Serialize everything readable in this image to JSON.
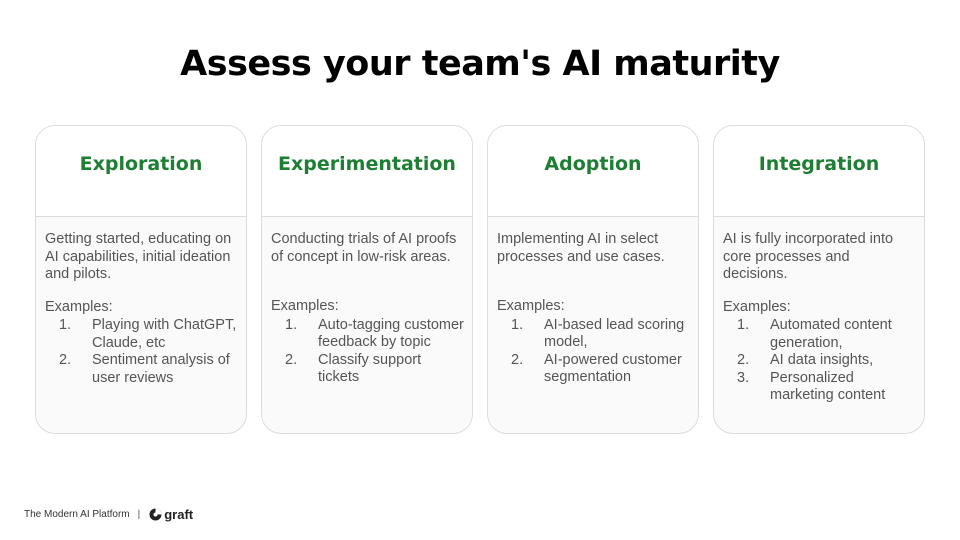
{
  "title": "Assess your team's AI maturity",
  "cards": [
    {
      "name": "Exploration",
      "description": "Getting started, educating on AI capabilities, initial ideation and pilots.",
      "examples_label": "Examples:",
      "examples": [
        {
          "num": "1.",
          "text": "Playing with ChatGPT, Claude, etc"
        },
        {
          "num": "2.",
          "text": "Sentiment analysis of user reviews"
        }
      ]
    },
    {
      "name": "Experimentation",
      "description": "Conducting trials of AI proofs of concept in low-risk areas.",
      "examples_label": "Examples:",
      "examples": [
        {
          "num": "1.",
          "text": "Auto-tagging customer feedback by topic"
        },
        {
          "num": "2.",
          "text": "Classify support tickets"
        }
      ]
    },
    {
      "name": "Adoption",
      "description": "Implementing AI in select processes and use cases.",
      "examples_label": "Examples:",
      "examples": [
        {
          "num": "1.",
          "text": "AI-based lead scoring model,"
        },
        {
          "num": "2.",
          "text": "AI-powered customer segmentation"
        }
      ]
    },
    {
      "name": "Integration",
      "description": "AI is fully incorporated into core processes and decisions.",
      "examples_label": "Examples:",
      "examples": [
        {
          "num": "1.",
          "text": "Automated content generation,"
        },
        {
          "num": "2.",
          "text": "AI data insights,"
        },
        {
          "num": "3.",
          "text": "Personalized marketing content"
        }
      ]
    }
  ],
  "footer": {
    "tagline": "The Modern AI Platform",
    "separator": "|",
    "brand": "graft"
  }
}
